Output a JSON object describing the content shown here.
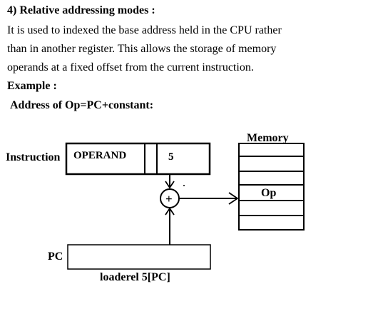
{
  "heading": "4) Relative addressing modes :",
  "paragraph_lines": [
    "It is used to indexed the base address held in the CPU rather",
    "than in another register. This allows the storage of memory",
    "operands at a fixed offset from the current instruction."
  ],
  "example_label": "Example :",
  "formula": "Address of Op=PC+constant:",
  "diagram": {
    "instruction_label": "Instruction",
    "operand_label": "OPERAND",
    "constant_value": "5",
    "adder_symbol": "+",
    "pc_label": "PC",
    "memory_label": "Memory",
    "op_label": "Op",
    "caption": "loaderel 5[PC]"
  }
}
